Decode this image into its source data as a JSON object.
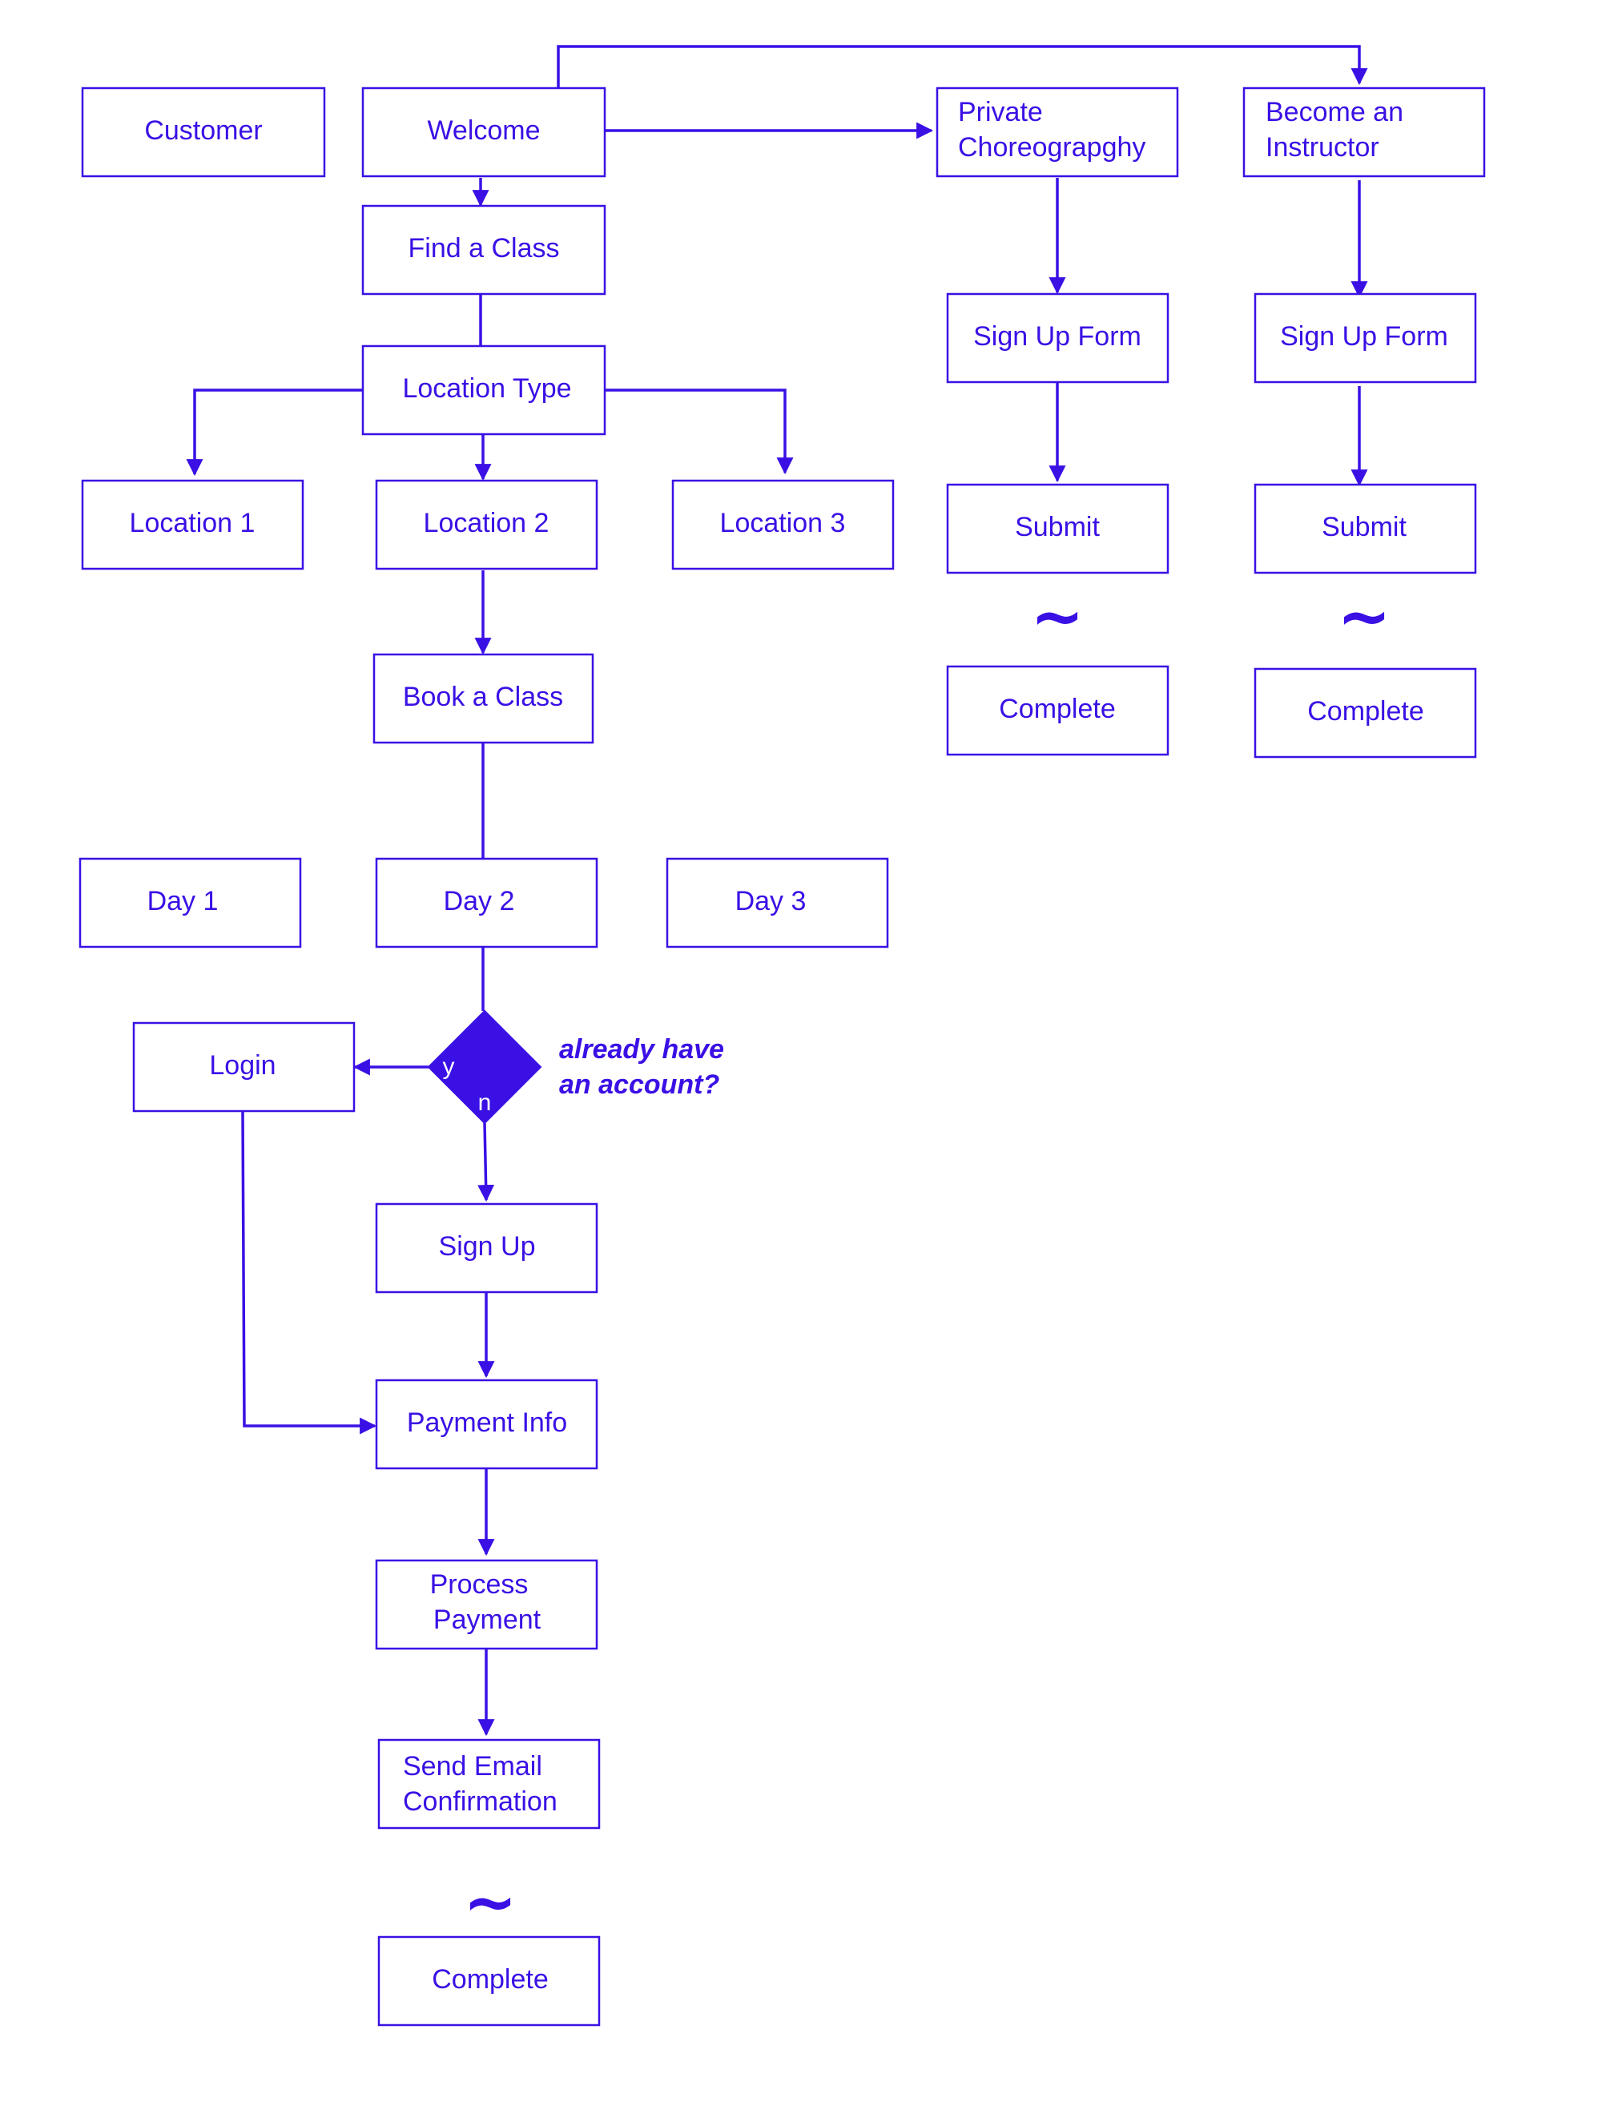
{
  "colors": {
    "accent": "#3a10e5",
    "background": "#ffffff"
  },
  "nodes": {
    "customer": "Customer",
    "welcome": "Welcome",
    "private_choreo": [
      "Private",
      "Choreograpghy"
    ],
    "become_instructor": [
      "Become an",
      "Instructor"
    ],
    "find_class": "Find a Class",
    "location_type": "Location Type",
    "location_1": "Location 1",
    "location_2": "Location 2",
    "location_3": "Location 3",
    "book_class": "Book a Class",
    "day_1": "Day 1",
    "day_2": "Day 2",
    "day_3": "Day 3",
    "login": "Login",
    "sign_up": "Sign Up",
    "payment_info": "Payment Info",
    "process_payment": [
      "Process",
      "Payment"
    ],
    "send_email": [
      "Send Email",
      "Confirmation"
    ],
    "complete_main": "Complete",
    "pc_sign_up_form": "Sign Up Form",
    "pc_submit": "Submit",
    "pc_complete": "Complete",
    "bi_sign_up_form": "Sign Up Form",
    "bi_submit": "Submit",
    "bi_complete": "Complete"
  },
  "decision": {
    "question": [
      "already have",
      "an account?"
    ],
    "yes": "y",
    "no": "n"
  },
  "tilde": "~"
}
